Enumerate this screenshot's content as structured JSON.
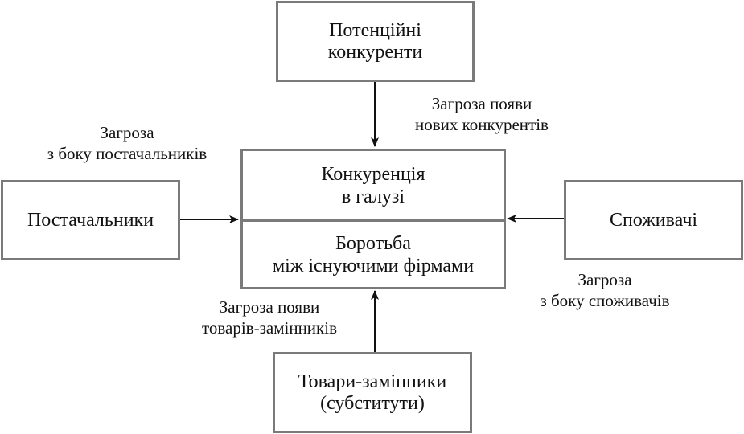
{
  "boxes": {
    "potential_competitors": {
      "line1": "Потенційні",
      "line2": "конкуренти"
    },
    "suppliers": {
      "line1": "Постачальники"
    },
    "consumers": {
      "line1": "Споживачі"
    },
    "substitutes": {
      "line1": "Товари-замінники",
      "line2": "(субститути)"
    },
    "central": {
      "top_line1": "Конкуренція",
      "top_line2": "в галузі",
      "bottom_line1": "Боротьба",
      "bottom_line2": "між існуючими фірмами"
    }
  },
  "labels": {
    "new_entrants_threat": {
      "line1": "Загроза появи",
      "line2": "нових конкурентів"
    },
    "suppliers_threat": {
      "line1": "Загроза",
      "line2": "з боку постачальників"
    },
    "consumers_threat": {
      "line1": "Загроза",
      "line2": "з боку споживачів"
    },
    "substitutes_threat": {
      "line1": "Загроза появи",
      "line2": "товарів-замінників"
    }
  },
  "colors": {
    "box_border": "#7a7a7a",
    "arrow": "#111111",
    "text": "#111111",
    "background": "#ffffff"
  }
}
